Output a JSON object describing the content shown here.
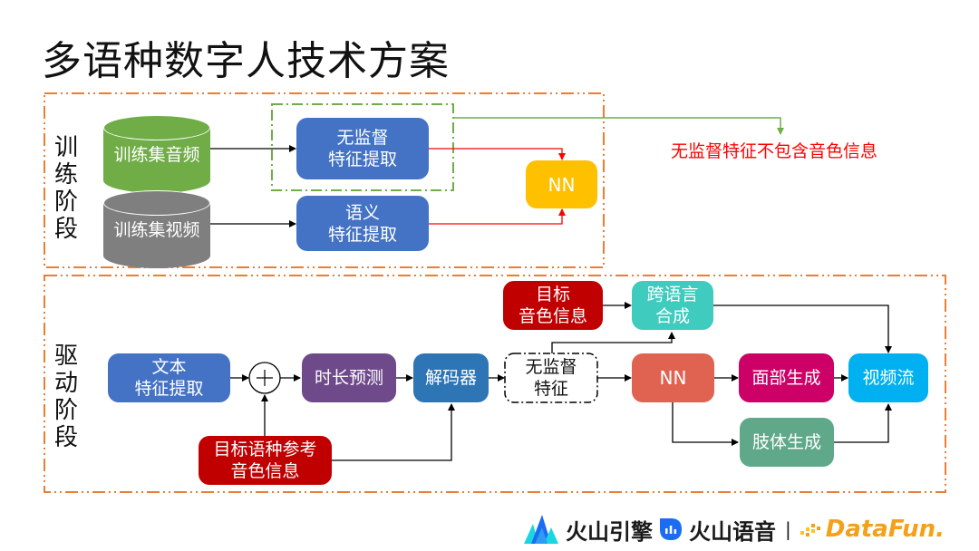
{
  "title": "多语种数字人技术方案",
  "stages": {
    "training": {
      "label": "训练阶段"
    },
    "driving": {
      "label": "驱动阶段"
    }
  },
  "training": {
    "datasets": [
      {
        "id": "audio",
        "label": "训练集音频",
        "color": "#70ad47"
      },
      {
        "id": "video",
        "label": "训练集视频",
        "color": "#7f7f7f"
      }
    ],
    "extractors": [
      {
        "id": "unsup",
        "label": "无监督\n特征提取",
        "color": "#4472c4"
      },
      {
        "id": "semantic",
        "label": "语义\n特征提取",
        "color": "#4472c4"
      }
    ],
    "nn": {
      "label": "NN",
      "color": "#ffc000"
    },
    "note": "无监督特征不包含音色信息"
  },
  "driving": {
    "text_feat": {
      "label": "文本\n特征提取",
      "color": "#4472c4"
    },
    "plus": "+",
    "duration": {
      "label": "时长预测",
      "color": "#6f4a8a"
    },
    "decoder": {
      "label": "解码器",
      "color": "#2e75b6"
    },
    "ref_timbre": {
      "label": "目标语种参考\n音色信息",
      "color": "#c00000"
    },
    "unsup_feat": {
      "label": "无监督\n特征"
    },
    "target_timbre": {
      "label": "目标\n音色信息",
      "color": "#c00000"
    },
    "cross_lang": {
      "label": "跨语言\n合成",
      "color": "#3fcbbe"
    },
    "nn": {
      "label": "NN",
      "color": "#e06352"
    },
    "face": {
      "label": "面部生成",
      "color": "#cc0066"
    },
    "body": {
      "label": "肢体生成",
      "color": "#5fa98a"
    },
    "video_stream": {
      "label": "视频流",
      "color": "#00b0f0"
    }
  },
  "colors": {
    "stage_border": "#ed7d31",
    "group_border": "#70ad47",
    "arrow": "#000000",
    "train_arrow": "#ff0000",
    "note_arrow": "#70ad47"
  },
  "footer": {
    "logo1": "火山引擎",
    "logo2": "火山语音",
    "separator": "|",
    "logo3": "DataFun."
  }
}
